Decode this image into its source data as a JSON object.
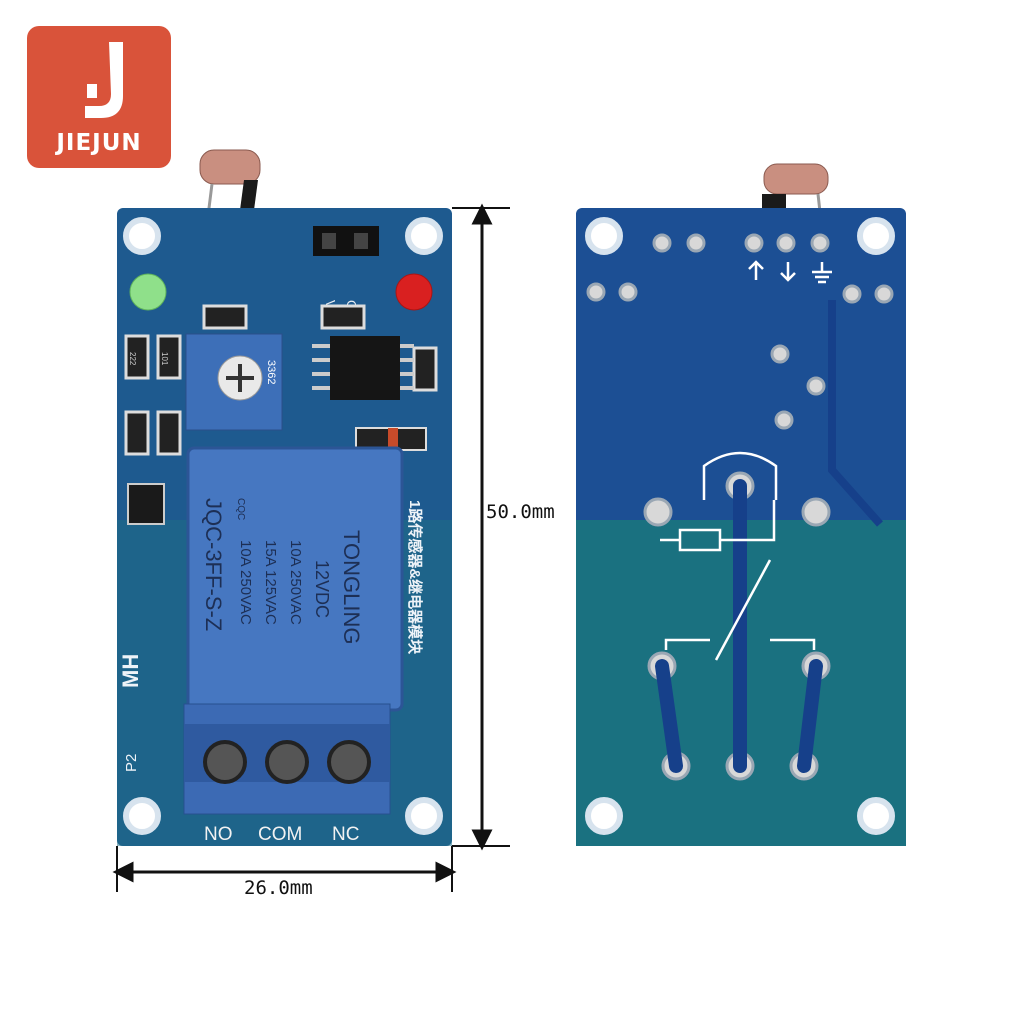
{
  "brand": {
    "name": "JIEJUN",
    "logo_color": "#d9533a"
  },
  "dimensions": {
    "height": "50.0mm",
    "width": "26.0mm"
  },
  "front_board": {
    "relay_brand": "TONGLING",
    "relay_voltage": "12VDC",
    "relay_model": "JQC-3FF-S-Z",
    "relay_rating_1": "10A 250VAC",
    "relay_rating_2": "15A 125VAC",
    "relay_rating_3": "10A 250VAC",
    "relay_cert": "CQC",
    "pot_label": "3362",
    "silk_mh": "MH",
    "silk_p2": "P2",
    "silk_cn": "1路传感器&继电器模块",
    "pin_vcc": "VCC",
    "pin_gnd": "GND",
    "resistor_code": "222",
    "resistor_code_2": "101",
    "terminals": [
      "NO",
      "COM",
      "NC"
    ]
  },
  "colors": {
    "pcb_blue": "#1f4f8a",
    "pcb_teal": "#1a6f76",
    "relay_blue": "#3d6fb8"
  }
}
